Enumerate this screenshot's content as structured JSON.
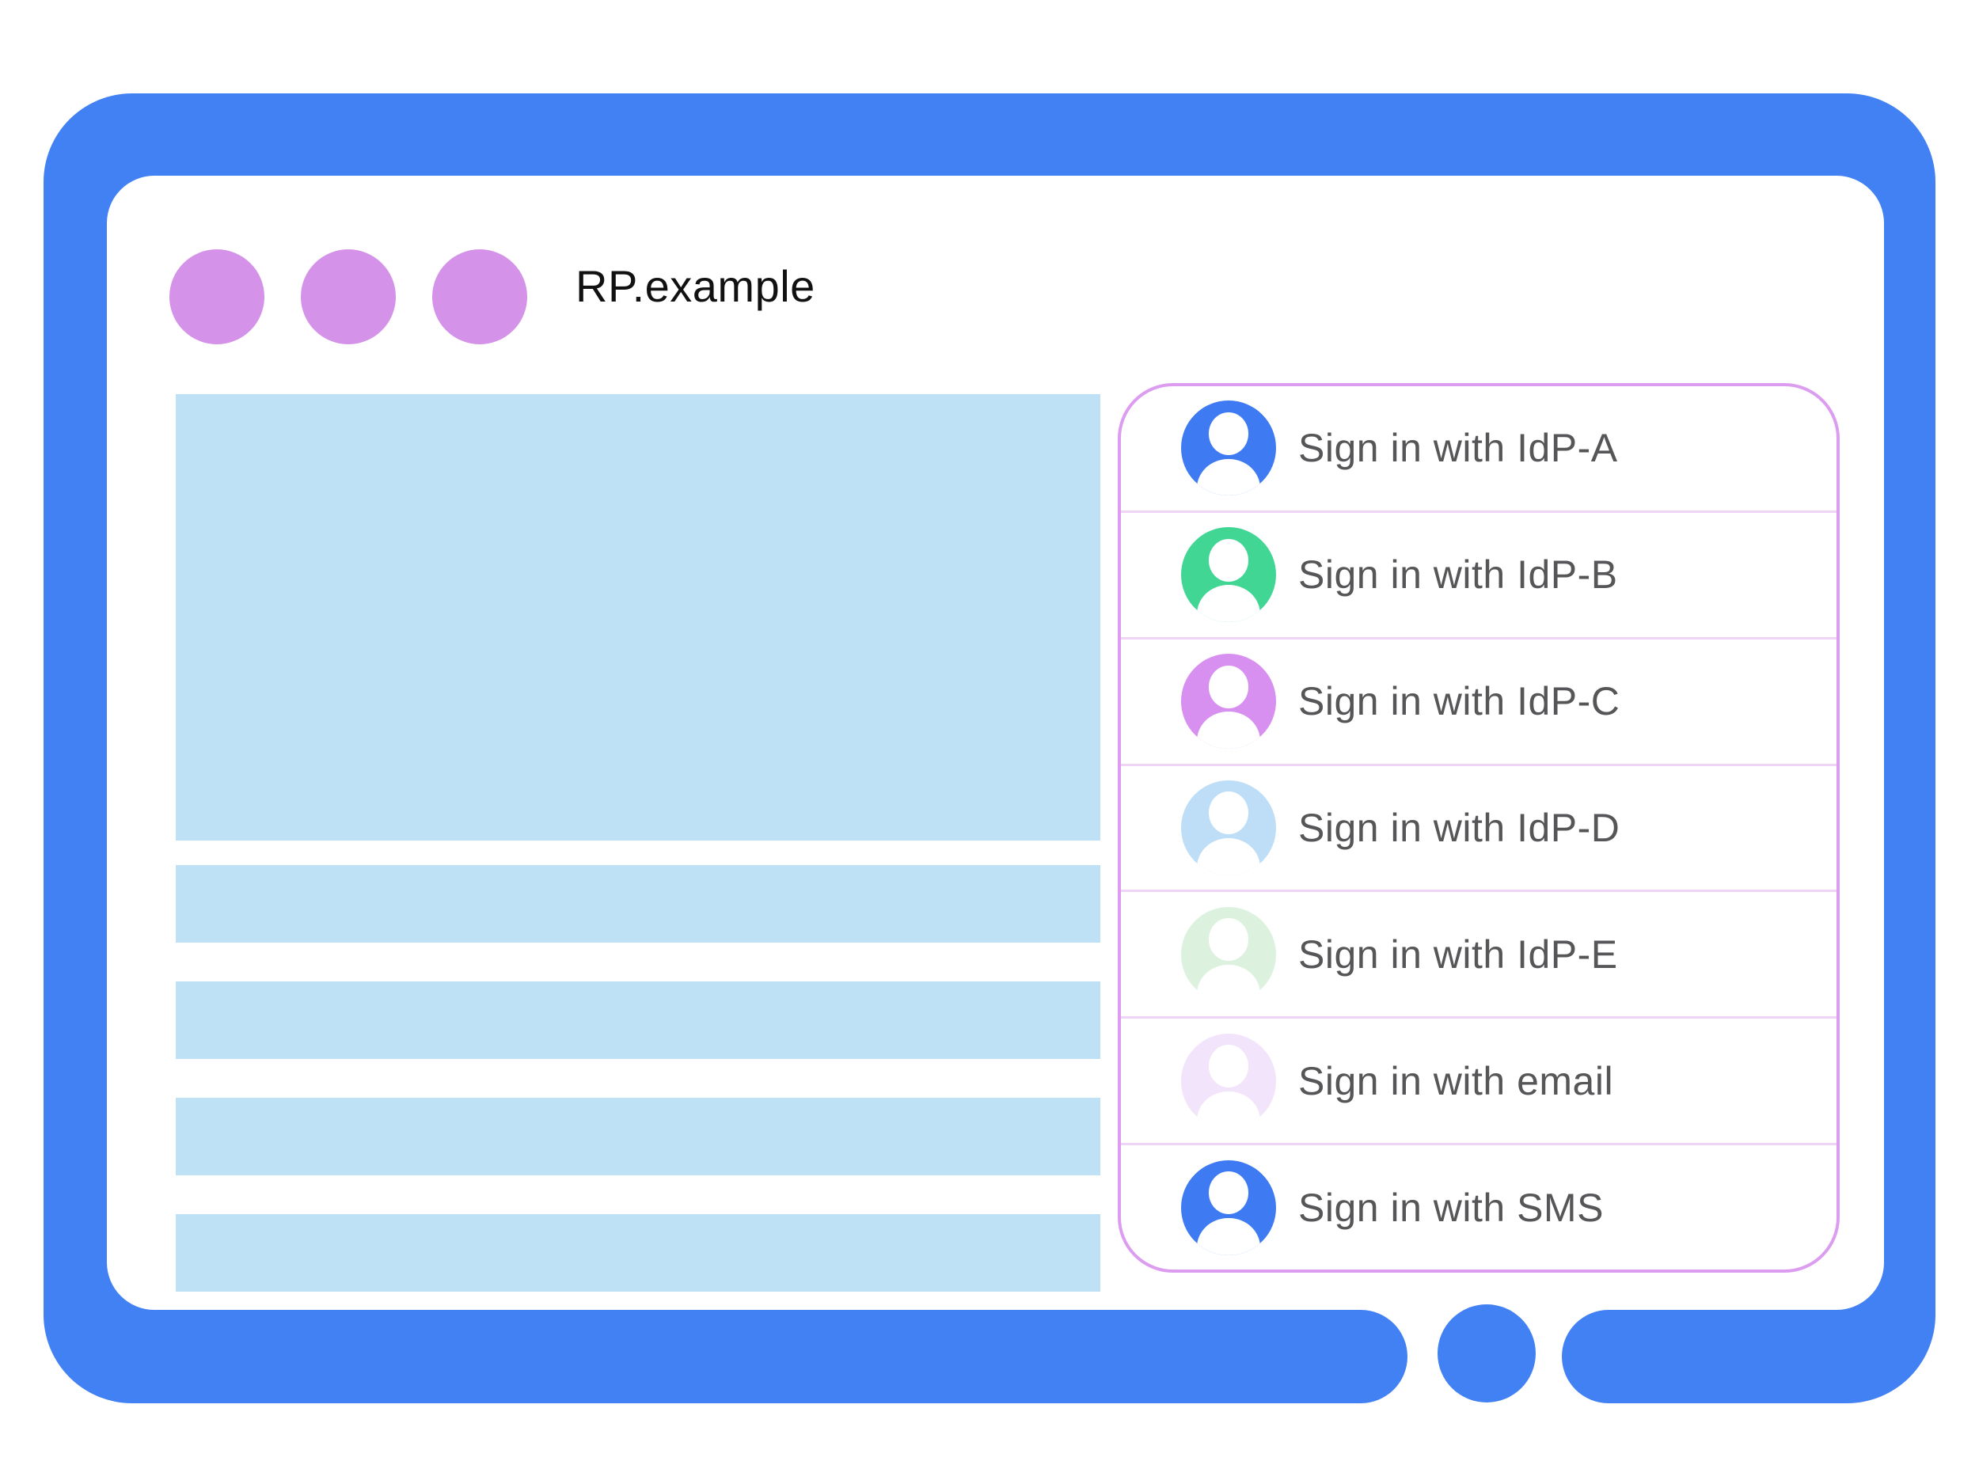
{
  "colors": {
    "frame_blue": "#4281F4",
    "placeholder_blue": "#BFE1F6",
    "window_dot_purple": "#D492E9",
    "panel_border_purple": "#DC9DF0",
    "row_separator_pink": "#EFD4F6",
    "label_gray": "#565659",
    "title_black": "#111111",
    "avatar_person_white": "#FFFFFF"
  },
  "window": {
    "title": "RP.example",
    "controls": [
      "window-dot",
      "window-dot",
      "window-dot"
    ]
  },
  "signin_panel": {
    "items": [
      {
        "label": "Sign in with IdP-A",
        "icon": "person-avatar-icon",
        "avatar_color": "#3E7BF2"
      },
      {
        "label": "Sign in with IdP-B",
        "icon": "person-avatar-icon",
        "avatar_color": "#41D694"
      },
      {
        "label": "Sign in with IdP-C",
        "icon": "person-avatar-icon",
        "avatar_color": "#D890F0"
      },
      {
        "label": "Sign in with IdP-D",
        "icon": "person-avatar-icon",
        "avatar_color": "#BDDEF6"
      },
      {
        "label": "Sign in with IdP-E",
        "icon": "person-avatar-icon",
        "avatar_color": "#DCF2DF"
      },
      {
        "label": "Sign in with email",
        "icon": "person-avatar-icon",
        "avatar_color": "#F2E4FA"
      },
      {
        "label": "Sign in with SMS",
        "icon": "person-avatar-icon",
        "avatar_color": "#3E7BF2"
      }
    ]
  }
}
